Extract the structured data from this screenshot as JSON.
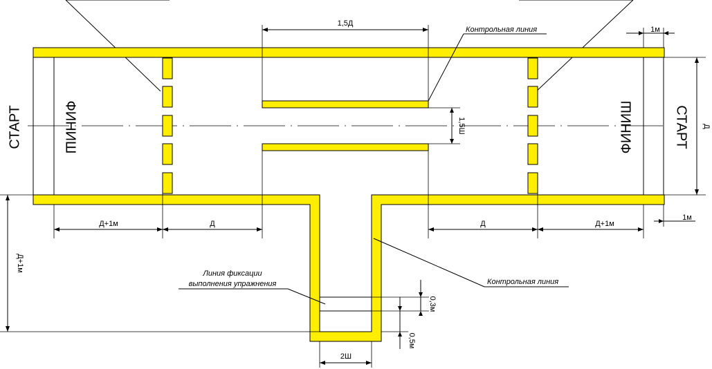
{
  "labels": {
    "start_left": "СТАРТ",
    "finish_left": "ФИНИШ",
    "finish_right": "ФИНИШ",
    "start_right": "СТАРТ"
  },
  "dimensions": {
    "top_span": "1,5Д",
    "one_m_top": "1м",
    "d_right": "Д",
    "one_five_sh": "1,5Ш",
    "d_plus_1m_left": "Д+1м",
    "d_left": "Д",
    "d_right_bottom": "Д",
    "d_plus_1m_right": "Д+1м",
    "one_m_bottom": "1м",
    "d_plus_1m_vertical": "Д+1м",
    "zero_three_m": "0,3м",
    "zero_five_m": "0,5м",
    "two_sh": "2Ш"
  },
  "annotations": {
    "control_line_top": "Контрольная линия",
    "control_line_bottom": "Контрольная линия",
    "fix_line_1": "Линия фиксации",
    "fix_line_2": "выполнения упражнения"
  },
  "colors": {
    "lane": "#ffee00",
    "ink": "#000000"
  }
}
